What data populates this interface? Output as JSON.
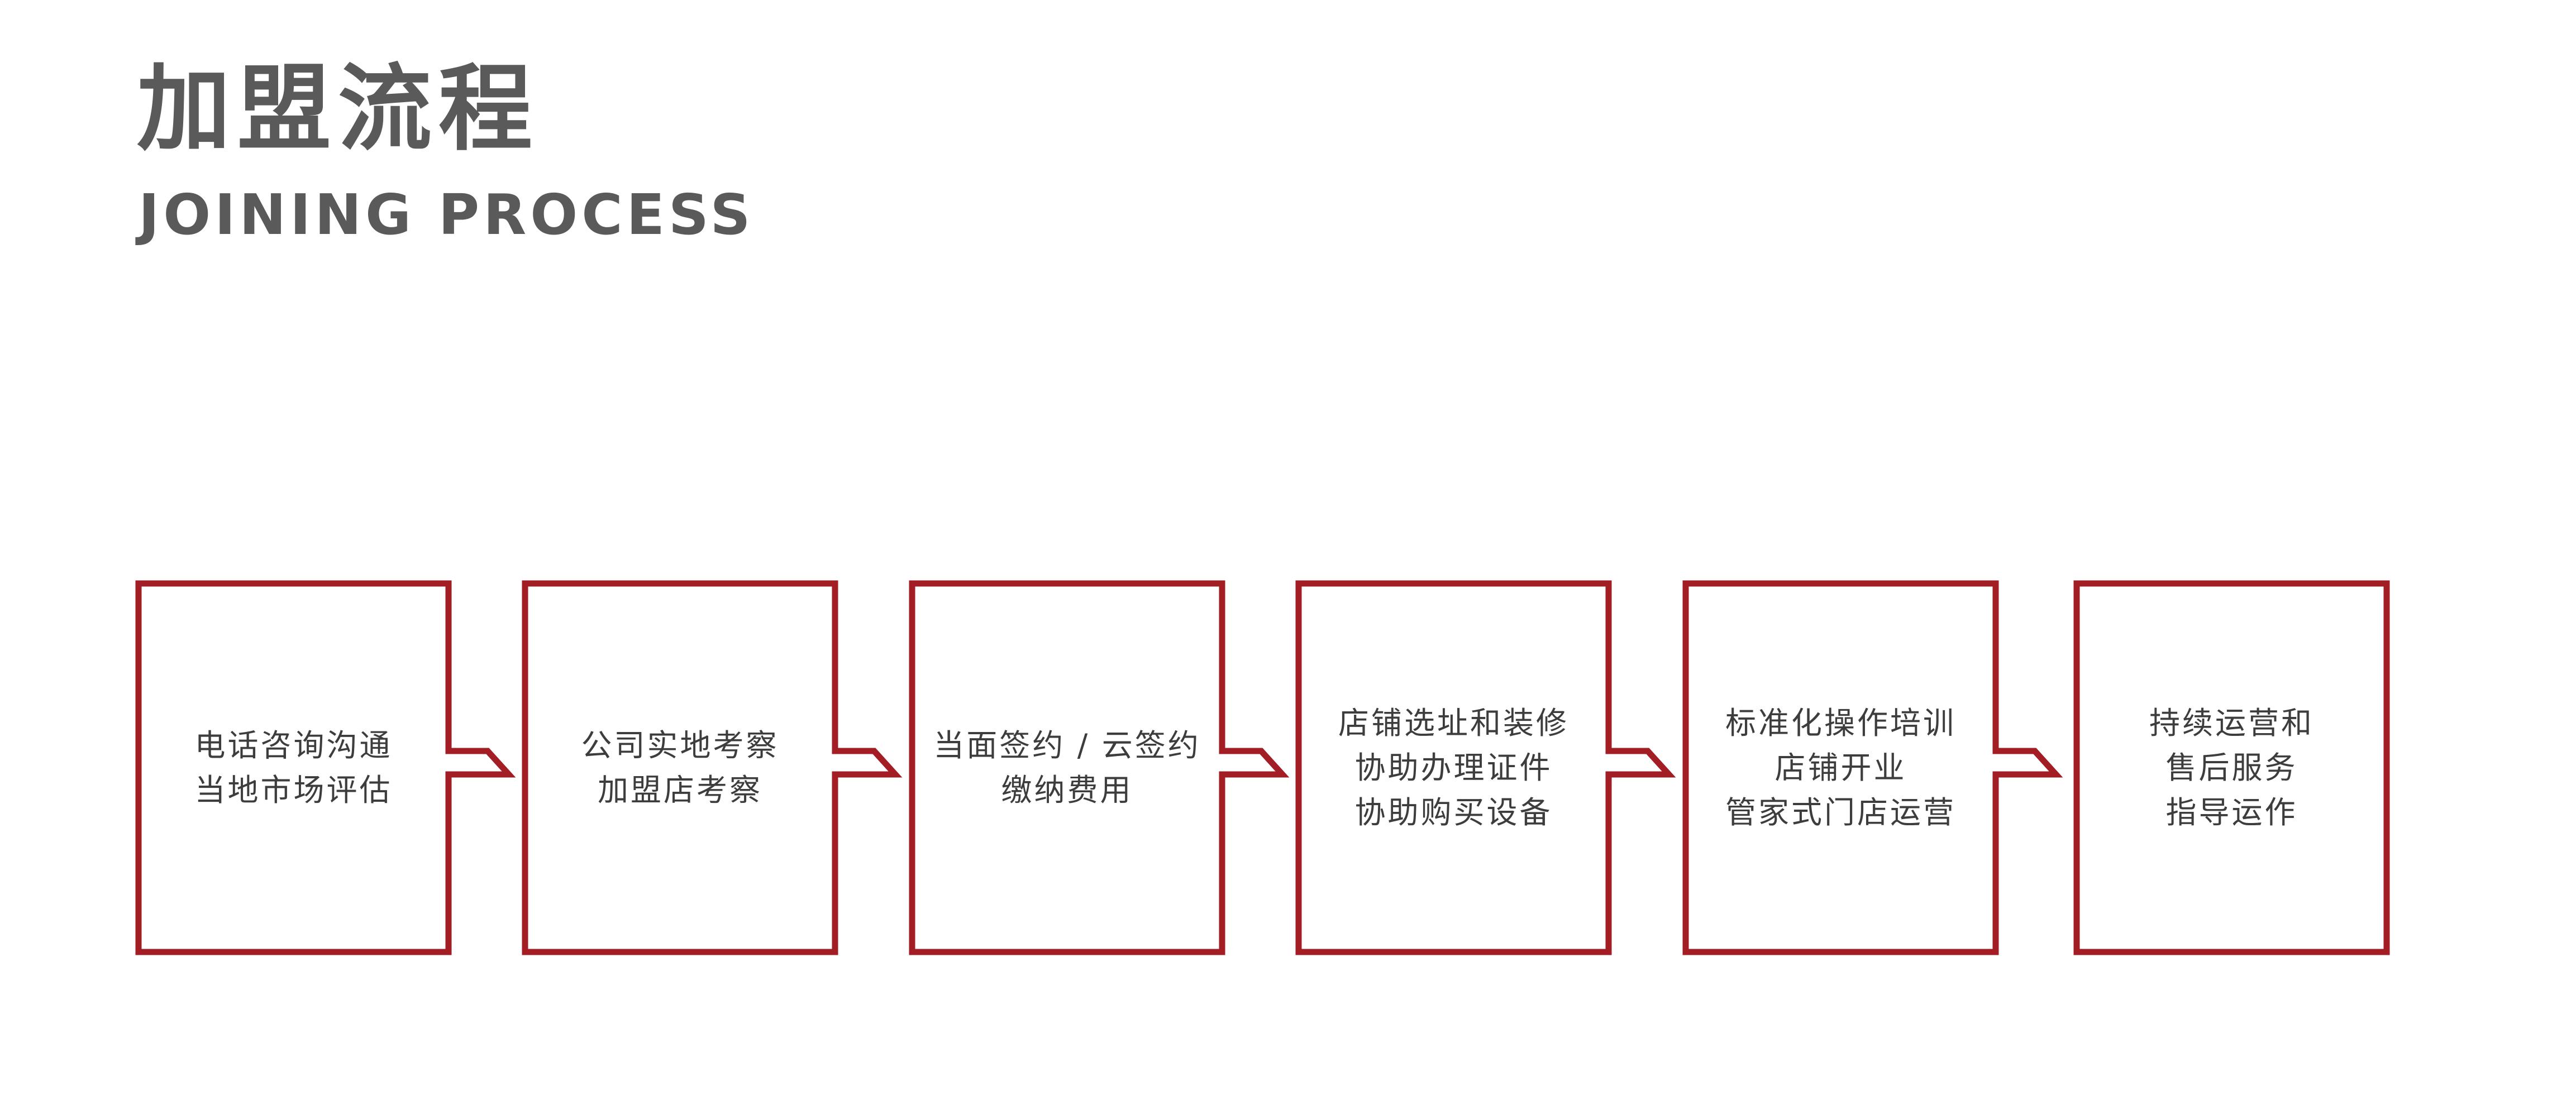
{
  "header": {
    "title": "加盟流程",
    "subtitle": "JOINING PROCESS"
  },
  "colors": {
    "accent": "#a31d24",
    "title": "#5a5a5a",
    "text": "#3d3d3d",
    "background": "#ffffff"
  },
  "steps": [
    {
      "lines": [
        "电话咨询沟通",
        "当地市场评估"
      ]
    },
    {
      "lines": [
        "公司实地考察",
        "加盟店考察"
      ]
    },
    {
      "lines": [
        "当面签约 / 云签约",
        "缴纳费用"
      ]
    },
    {
      "lines": [
        "店铺选址和装修",
        "协助办理证件",
        "协助购买设备"
      ]
    },
    {
      "lines": [
        "标准化操作培训",
        "店铺开业",
        "管家式门店运营"
      ]
    },
    {
      "lines": [
        "持续运营和",
        "售后服务",
        "指导运作"
      ]
    }
  ]
}
